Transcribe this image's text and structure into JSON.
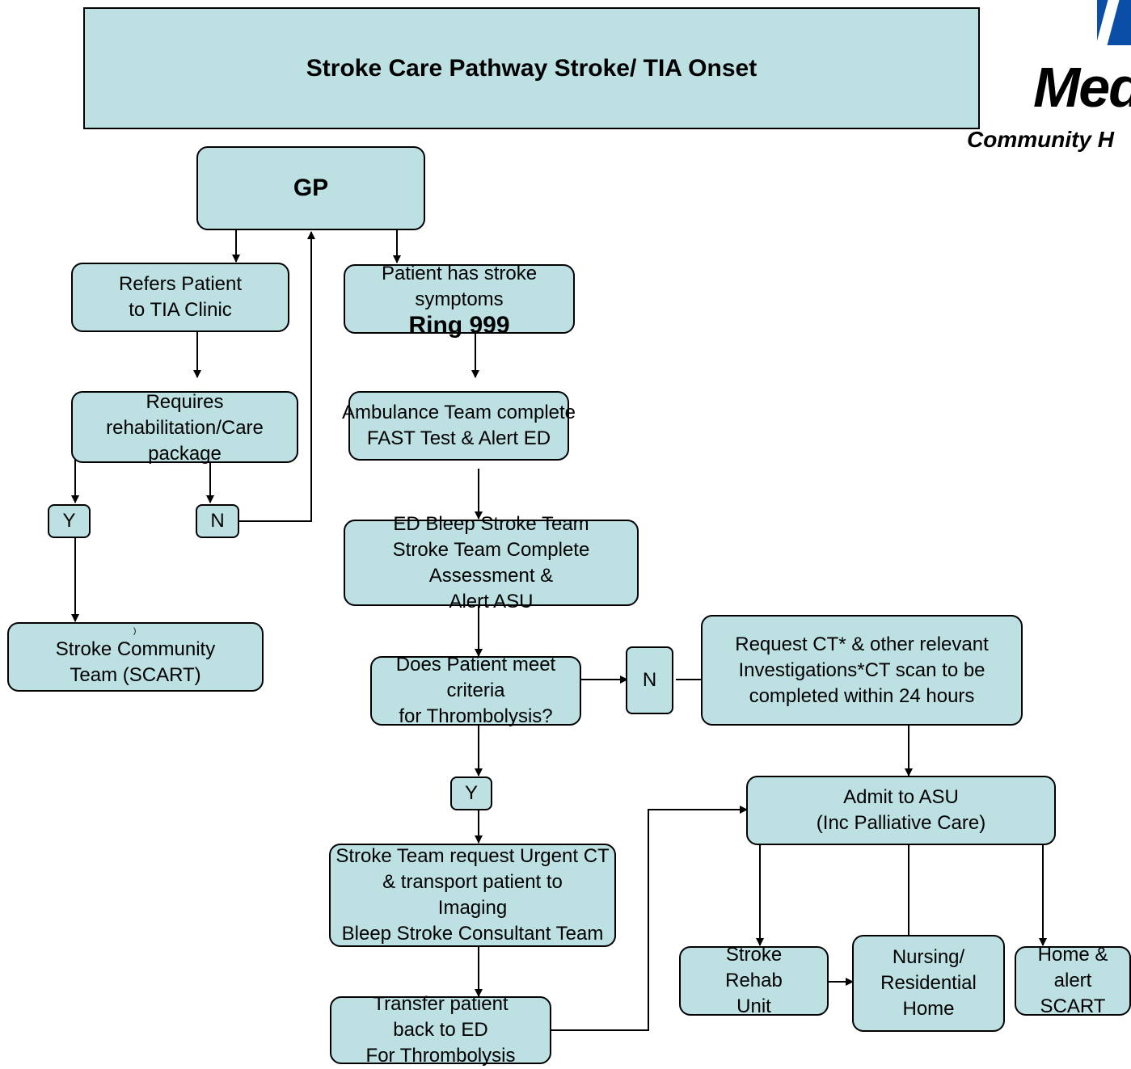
{
  "title": "Stroke Care Pathway Stroke/ TIA Onset",
  "logo": {
    "text": "Med",
    "subtitle": "Community H",
    "mark_color": "#0b4ea8"
  },
  "colors": {
    "box_fill": "#bde0e3",
    "stroke": "#000000"
  },
  "nodes": {
    "gp": "GP",
    "tia_clinic": [
      "Refers Patient",
      "to TIA Clinic"
    ],
    "stroke_symptoms": [
      "Patient has stroke",
      "symptoms"
    ],
    "ring": "Ring 999",
    "rehab_package": [
      "Requires",
      "rehabilitation/Care",
      "package"
    ],
    "ambulance": [
      "Ambulance Team complete",
      "FAST Test & Alert ED"
    ],
    "y1": "Y",
    "n1": "N",
    "ed_bleep": [
      "ED Bleep Stroke Team",
      "Stroke Team Complete",
      "Assessment &",
      "Alert ASU"
    ],
    "tiny_mark": ")",
    "scart": [
      "Stroke Community",
      "Team (SCART)"
    ],
    "request_ct": [
      "Request CT* & other relevant",
      "Investigations*CT scan to be",
      "completed within 24 hours"
    ],
    "thrombolysis": [
      "Does Patient meet",
      "criteria",
      "for Thrombolysis?"
    ],
    "n2": "N",
    "y2": "Y",
    "admit_asu": [
      "Admit to ASU",
      "(Inc Palliative Care)"
    ],
    "urgent_ct": [
      "Stroke Team request Urgent CT",
      "& transport patient to",
      "Imaging",
      "Bleep Stroke Consultant Team"
    ],
    "rehab_unit": [
      "Stroke",
      "Rehab",
      "Unit"
    ],
    "nursing": [
      "Nursing/",
      "Residential",
      "Home"
    ],
    "home": [
      "Home &",
      "alert",
      "SCART"
    ],
    "transfer": [
      "Transfer patient",
      "back to ED",
      "For Thrombolysis"
    ]
  }
}
